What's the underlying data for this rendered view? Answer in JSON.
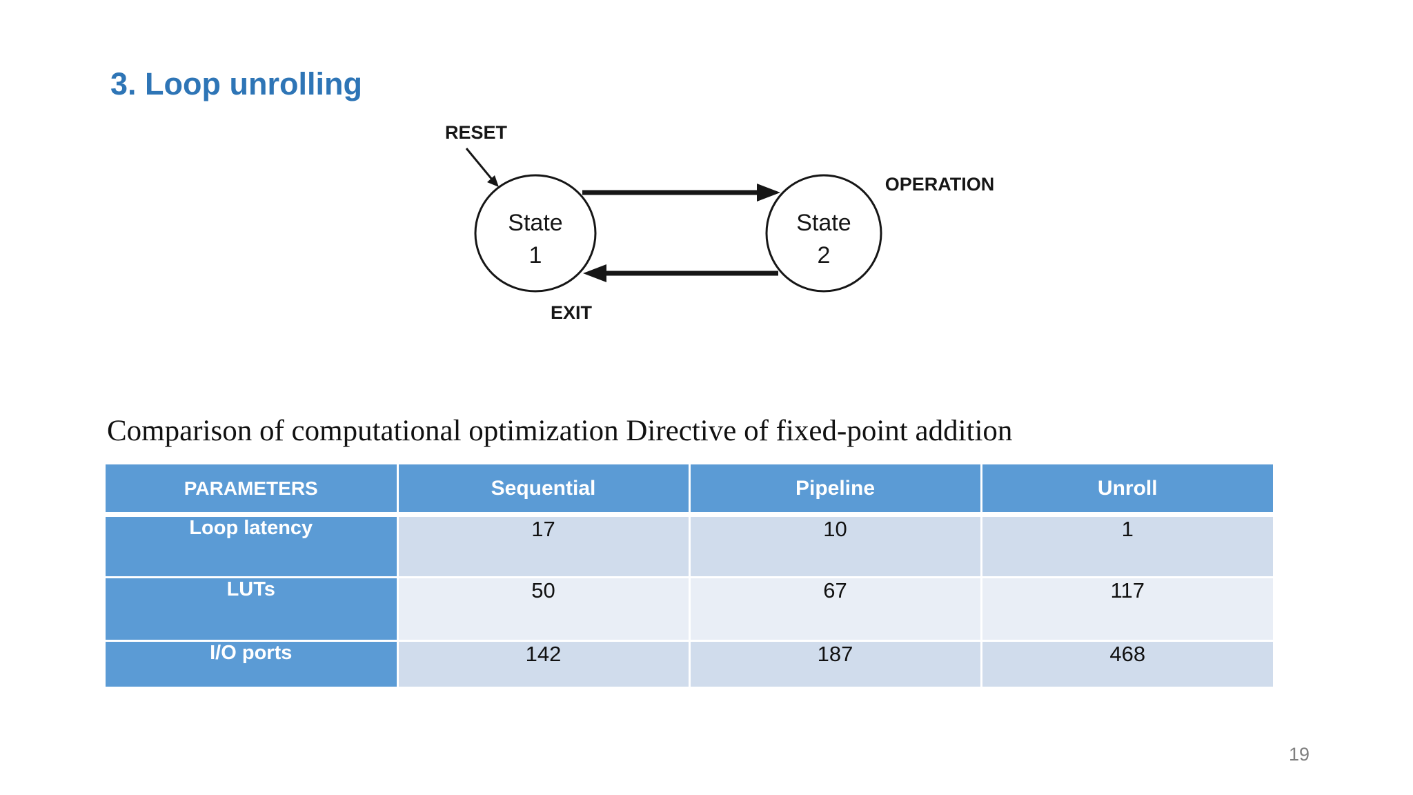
{
  "title": "3. Loop unrolling",
  "diagram": {
    "reset_label": "RESET",
    "operation_label": "OPERATION",
    "exit_label": "EXIT",
    "state1": {
      "line1": "State",
      "line2": "1"
    },
    "state2": {
      "line1": "State",
      "line2": "2"
    }
  },
  "caption": "Comparison of computational optimization Directive of fixed-point addition",
  "table": {
    "headers": [
      "PARAMETERS",
      "Sequential",
      "Pipeline",
      "Unroll"
    ],
    "rows": [
      {
        "label": "Loop latency",
        "values": [
          "17",
          "10",
          "1"
        ]
      },
      {
        "label": "LUTs",
        "values": [
          "50",
          "67",
          "117"
        ]
      },
      {
        "label": "I/O ports",
        "values": [
          "142",
          "187",
          "468"
        ]
      }
    ]
  },
  "page": {
    "number": "19"
  },
  "colors": {
    "title_blue": "#2E75B6",
    "table_blue": "#5B9BD5",
    "band_dark": "#D0DCEC",
    "band_light": "#E9EEF6",
    "page_number_gray": "#7F7F7F"
  }
}
